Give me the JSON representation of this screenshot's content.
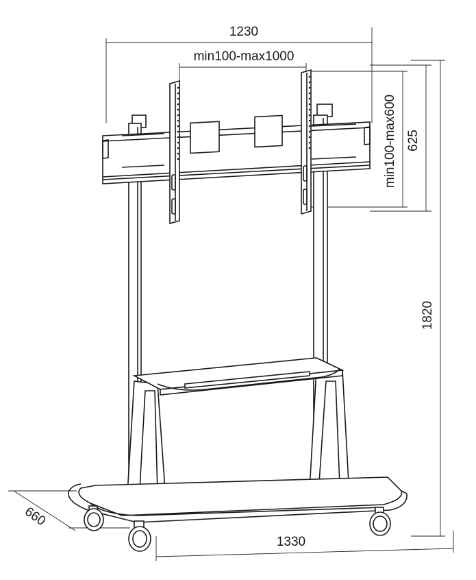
{
  "dimensions": {
    "overall_width": "1230",
    "vesa_horizontal": "min100-max1000",
    "vesa_vertical": "min100-max600",
    "bracket_height": "625",
    "overall_height": "1820",
    "base_depth": "660",
    "base_width": "1330"
  },
  "colors": {
    "line": "#1a1a1a",
    "background": "#ffffff"
  }
}
